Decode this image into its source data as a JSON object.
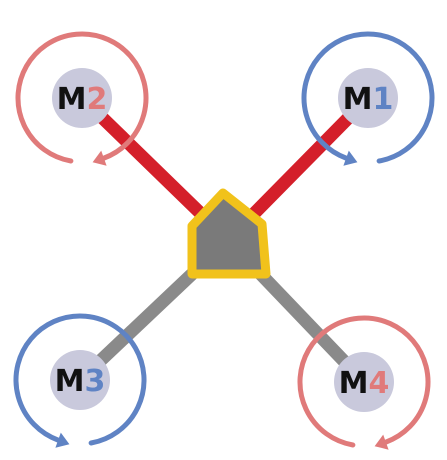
{
  "colors": {
    "front_arm": "#d41f2a",
    "rear_arm": "#8a8a8a",
    "body_fill": "#7a7a7a",
    "body_outline": "#f1c21b",
    "hub": "#c9c9dc",
    "label_letter": "#111111",
    "rotation_cw": "#e07a7a",
    "rotation_ccw": "#5f83c4",
    "digit_red": "#e07a7a",
    "digit_blue": "#5f83c4"
  },
  "motors": [
    {
      "letter": "M",
      "digit": "1",
      "rotation": "ccw",
      "digit_color": "digit_blue",
      "arm": "front_arm"
    },
    {
      "letter": "M",
      "digit": "2",
      "rotation": "cw",
      "digit_color": "digit_red",
      "arm": "front_arm"
    },
    {
      "letter": "M",
      "digit": "3",
      "rotation": "ccw",
      "digit_color": "digit_blue",
      "arm": "rear_arm"
    },
    {
      "letter": "M",
      "digit": "4",
      "rotation": "cw",
      "digit_color": "digit_red",
      "arm": "rear_arm"
    }
  ]
}
